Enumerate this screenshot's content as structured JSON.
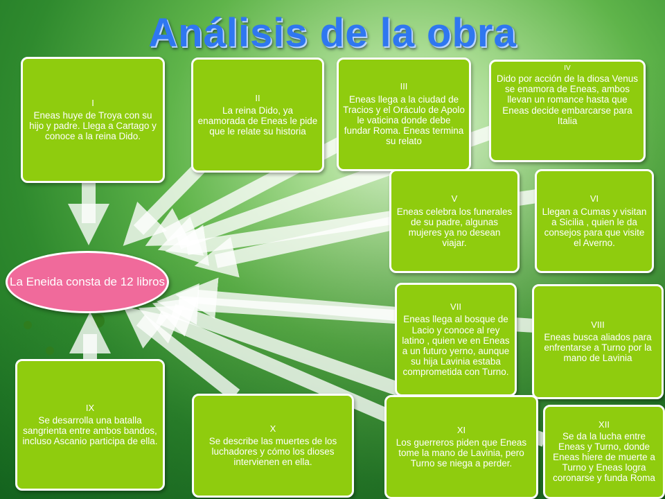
{
  "title": "Análisis de la obra",
  "center_label": "La Eneida consta de 12 libros",
  "books": [
    {
      "num": "I",
      "text": "Eneas huye de Troya con su hijo y padre. Llega a Cartago y conoce a la reina Dido."
    },
    {
      "num": "II",
      "text": "La reina Dido, ya enamorada de Eneas le pide que le relate su historia"
    },
    {
      "num": "III",
      "text": "Eneas llega a la ciudad de Tracios y el Oráculo de Apolo le vaticina donde debe fundar Roma. Eneas termina su relato"
    },
    {
      "num": "IV",
      "text": "Dido por acción de la diosa Venus se enamora de Eneas, ambos llevan un romance hasta que Eneas decide embarcarse para Italia"
    },
    {
      "num": "V",
      "text": "Eneas celebra los funerales de su padre, algunas mujeres ya no desean viajar."
    },
    {
      "num": "VI",
      "text": "Llegan a Cumas y visitan a Sicilia , quien le da consejos para que visite el Averno."
    },
    {
      "num": "VII",
      "text": "Eneas llega al bosque de Lacio y conoce al rey latino , quien ve en Eneas a un futuro yerno, aunque su hija Lavinia estaba comprometida con Turno."
    },
    {
      "num": "VIII",
      "text": "Eneas busca aliados para enfrentarse a Turno por la mano de Lavinia"
    },
    {
      "num": "IX",
      "text": "Se desarrolla una batalla sangrienta entre ambos bandos, incluso Ascanio participa de ella."
    },
    {
      "num": "X",
      "text": "Se describe las muertes de los luchadores y cómo los dioses intervienen en ella."
    },
    {
      "num": "XI",
      "text": "Los guerreros piden que Eneas tome la mano de Lavinia, pero Turno se niega a perder."
    },
    {
      "num": "XII",
      "text": "Se da la lucha entre Eneas y Turno, donde Eneas hiere de muerte a Turno y Eneas logra coronarse y funda Roma"
    }
  ]
}
